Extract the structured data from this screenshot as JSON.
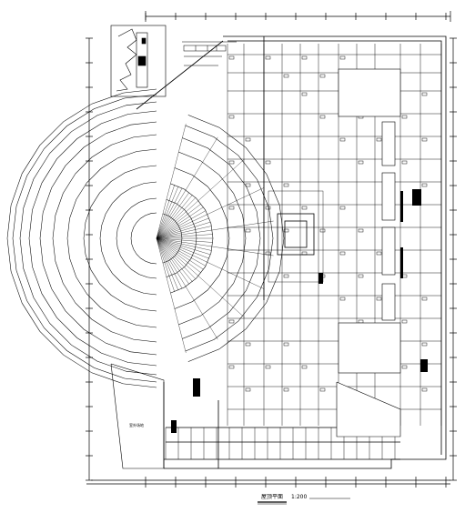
{
  "drawing": {
    "title": "屋顶平面",
    "scale": "1:200",
    "area_label": "室外场地"
  },
  "colors": {
    "line": "#000000",
    "paper": "#ffffff"
  }
}
